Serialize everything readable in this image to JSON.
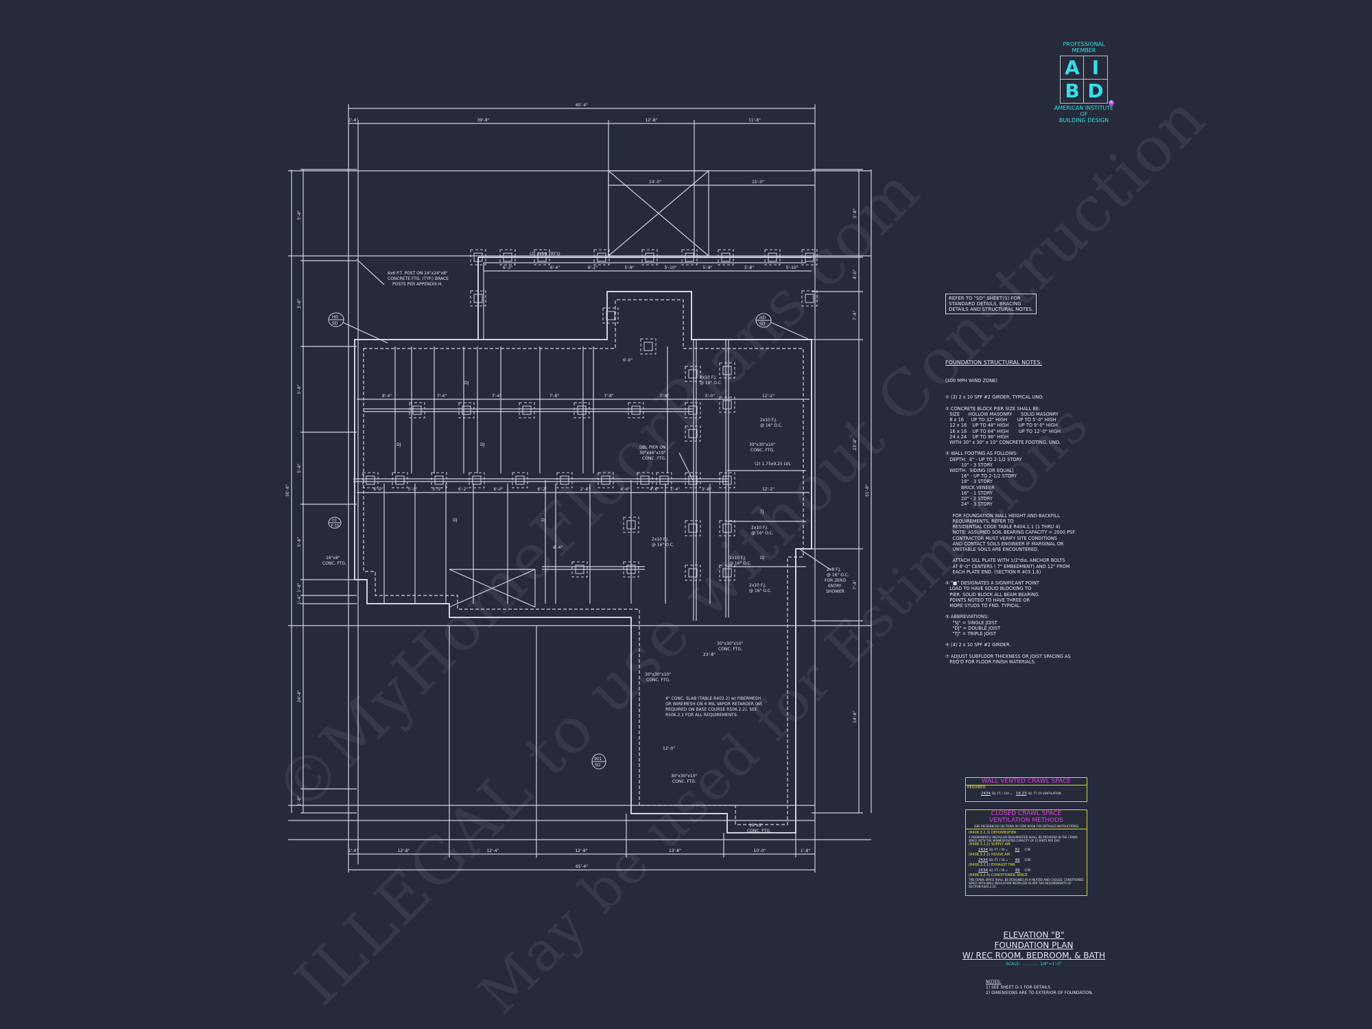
{
  "colors": {
    "background": "#262a3b",
    "linework": "#cfd3dc",
    "logo_accent": "#35e0e6",
    "vent_border": "#d8d830",
    "vent_heading": "#e040e0",
    "scale_text": "#30d8e0"
  },
  "watermark": [
    "©MyHomeFloorPlans.com",
    "ILLEGAL to use without Construction",
    "May be used for Estimations"
  ],
  "logo": {
    "line1": "PROFESSIONAL",
    "line2": "MEMBER",
    "letters": [
      "A",
      "I",
      "B",
      "D"
    ],
    "org1": "AMERICAN INSTITUTE",
    "org2": "OF",
    "org3": "BUILDING DESIGN",
    "registered": "®"
  },
  "plan": {
    "top_overall": "65'-4\"",
    "top_dims": [
      "1'-4\"",
      "39'-8\"",
      "12'-8\"",
      "11'-8\""
    ],
    "porch_dims": [
      "14'-0\"",
      "15'-0\""
    ],
    "pier_dims": [
      "6'-3\"",
      "6'-4\"",
      "6'-2\"",
      "5'-8\"",
      "5'-10\"",
      "5'-8\"",
      "5'-8\"",
      "5'-10\""
    ],
    "row1_dims": [
      "8'-4\"",
      "7'-4\"",
      "7'-4\"",
      "7'-8\"",
      "7'-8\"",
      "7'-8\"",
      "5'-0\"",
      "12'-2\""
    ],
    "row2_dims": [
      "6'-0\"",
      "5'-5\"",
      "5'-5\"",
      "6'-2\"",
      "6'-0\"",
      "6'-2\"",
      "2'-8\"",
      "4'-6\"",
      "4'-6\"",
      "1'-4\"",
      "3'-8\"",
      "12'-2\""
    ],
    "bottom_dims": [
      "1'-4\"",
      "12'-8\"",
      "12'-4\"",
      "12'-8\"",
      "13'-8\"",
      "10'-0\"",
      "1'-8\""
    ],
    "bottom_overall": "65'-4\"",
    "left_dims": [
      "5'-8\"",
      "5'-8\"",
      "5'-8\"",
      "5'-8\"",
      "5'-8\"",
      "1'-8\"",
      "1'-4\"",
      "24'-8\"",
      "1'-8\""
    ],
    "left_overall": "50'-8\"",
    "right_dims": [
      "5'-8\"",
      "4'-0\"",
      "7'-4\"",
      "23'-8\"",
      "7'-4\"",
      "14'-8\""
    ],
    "right_overall": "51'-8\"",
    "labels": {
      "trtd": "(2) 2x10 TRT'D",
      "post1": "6x6 P.T. POST ON 24\"x24\"x8\"",
      "post2": "CONCRETE FTG. (TYP.) BRACE",
      "post3": "POSTS PER APPENDIX H.",
      "dbl1": "DBL PIER ON",
      "dbl2": "30\"x46\"x10\"",
      "dbl3": "CONC. FTG.",
      "ftg30a": "30\"x30\"x10\"",
      "ftg30b": "CONC. FTG.",
      "lvl": "(2) 1.75x9.25 LVL",
      "fj1": "2x10 F.J.",
      "fj2": "@ 16\" O.C.",
      "dj": "DJ",
      "tj": "TJ",
      "shower1": "2x8 F.J.",
      "shower2": "@ 16\" O.C.",
      "shower3": "FOR ZERO",
      "shower4": "ENTRY",
      "shower5": "SHOWER",
      "ftg16a": "16\"x8\"",
      "ftg16b": "CONC. FTG.",
      "slab1": "4\" CONC. SLAB (TABLE R402.2) w/ FIBERMESH",
      "slab2": "OR WIREMESH ON 6 MIL VAPOR RETARDER (AS",
      "slab3": "REQUIRED ON BASE COURSE R506.2.2). SEE",
      "slab4": "R506.2.1 FOR ALL REQUIREMENTS.",
      "dim12": "12'-0\"",
      "dim23": "23'-8\"",
      "dim6": "6'-0\"",
      "dim64": "6'-4\""
    },
    "markers": [
      {
        "top": "HD",
        "bottom": "SD"
      },
      {
        "top": "HD",
        "bottom": "SD"
      },
      {
        "top": "901",
        "bottom": "SD"
      },
      {
        "top": "D1",
        "bottom": "F-10"
      }
    ]
  },
  "refer_note": [
    "REFER TO \"SD\" SHEET(S) FOR",
    "STANDARD DETAILS, BRACING",
    "DETAILS AND STRUCTURAL NOTES."
  ],
  "notes": {
    "title": "FOUNDATION STRUCTURAL NOTES:",
    "subtitle": "(100 MPH WIND ZONE)",
    "lines": [
      "① (3) 2 x 10 SPF #2 GIRDER, TYPICAL UNO.",
      "",
      "② CONCRETE BLOCK PIER SIZE SHALL BE:",
      "   SIZE      HOLLOW MASONRY      SOLID MASONRY",
      "   8 x 16     UP TO 32\" HIGH       UP TO 5'-0\" HIGH",
      "   12 x 16    UP TO 48\" HIGH       UP TO 9'-0\" HIGH",
      "   16 x 16    UP TO 64\" HIGH       UP TO 12'-0\" HIGH",
      "   24 x 24    UP TO 96\" HIGH",
      "   WITH 30\" x 30\" x 10\" CONCRETE FOOTING, UNO.",
      "",
      "③ WALL FOOTING AS FOLLOWS:",
      "   DEPTH:  8\" - UP TO 2-1/2 STORY",
      "           10\" - 3 STORY",
      "   WIDTH:  SIDING (OR EQUAL)",
      "           16\" - UP TO 2-1/2 STORY",
      "           18\" - 3 STORY",
      "           BRICK VENEER",
      "           16\" - 1 STORY",
      "           20\" - 2 STORY",
      "           24\" - 3 STORY",
      "",
      "     FOR FOUNDATION WALL HEIGHT AND BACKFILL",
      "     REQUIREMENTS, REFER TO",
      "     RESIDENTIAL CODE TABLE R404.1.1 (1 THRU 4)",
      "     NOTE: ASSUMED SOIL BEARING CAPACITY = 2000 PSF.",
      "     CONTRACTOR MUST VERIFY SITE CONDITIONS",
      "     AND CONTACT SOILS ENGINEER IF MARGINAL OR",
      "     UNSTABLE SOILS ARE ENCOUNTERED.",
      "",
      "     ATTACH SILL PLATE WITH 1/2\"dia. ANCHOR BOLTS",
      "     AT 6'-0\" CENTERS ( 7\" EMBEDMENT) AND 12\" FROM",
      "     EACH PLATE END. (SECTION R 403.1.6)",
      "",
      "④ \"■\" DESIGNATES A SIGNIFICANT POINT",
      "   LOAD TO HAVE SOLID BLOCKING TO",
      "   PIER. SOLID BLOCK ALL BEAM BEARING",
      "   POINTS NOTED TO HAVE THREE OR",
      "   MORE STUDS TO FND. TYPICAL.",
      "",
      "⑤ ABBREVIATIONS:",
      "     \"SJ\" = SINGLE JOIST",
      "     \"DJ\" = DOUBLE JOIST",
      "     \"TJ\" = TRIPLE JOIST",
      "",
      "⑥ (4) 2 x 10 SPF #2 GIRDER.",
      "",
      "⑦ ADJUST SUBFLOOR THICKNESS OR JOIST SPACING AS",
      "   REQ'D FOR FLOOR FINISH MATERIALS."
    ]
  },
  "vent_wall": {
    "heading": "WALL VENTED CRAWL SPACE",
    "required": "REQUIRED:",
    "area": "2434",
    "per": "SQ. FT. / 150 =",
    "result": "16.23",
    "unit": "SQ. FT. OF VENTILATION"
  },
  "vent_closed": {
    "heading1": "CLOSED CRAWL SPACE",
    "heading2": "VENTILATION METHODS",
    "sub": "(SEE REFERENCED SECTIONS IN CODE BOOK FOR DETAILED INSTRUCTIONS)",
    "dehum_label": "(R408.3.2.3) DEHUMIDIFIER",
    "dehum_text": "A PERMANENTLY INSTALLED DEHUMIDIFIER SHALL BE PROVIDED IN THE CRAWL SPACE WITH THE MINIMUM RATED CAPACITY OF 15 PINTS PER DAY.",
    "supply_label": "(R408.3.2.2) SUPPLY AIR",
    "supply_area": "2434",
    "supply_per": "SQ. FT. / 30 =",
    "supply_val": "82",
    "supply_unit": "CFM",
    "house_label": "(R408.3.2.2) HOUSE AIR",
    "house_area": "2434",
    "house_per": "SQ. FT. / 50 =",
    "house_val": "49",
    "house_unit": "CFM",
    "exhaust_label": "(R408.3.2.1) EXHAUST FAN",
    "exhaust_area": "2434",
    "exhaust_per": "SQ. FT. / 50 =",
    "exhaust_val": "49",
    "exhaust_unit": "CFM",
    "cond_label": "(R408.3.2.4) CONDITIONED SPACE",
    "cond_text": "THE CRAWL SPACE SHALL BE DESIGNED AS A HEATED AND COOLED, CONDITIONED SPACE WITH WALL INSULATION INSTALLED AS PER THE REQUIREMENTS OF SECTION R402.2.10."
  },
  "title_block": {
    "line1": "ELEVATION \"B\"",
    "line2": "FOUNDATION PLAN",
    "line3": "W/ REC ROOM, BEDROOM, & BATH",
    "scale": "SCALE: ............. 1/8\"=1'-0\"",
    "notes_title": "NOTES:",
    "note1": "1)  SEE SHEET D-1 FOR DETAILS.",
    "note2": "2)  DIMENSIONS ARE TO EXTERIOR OF FOUNDATION."
  }
}
